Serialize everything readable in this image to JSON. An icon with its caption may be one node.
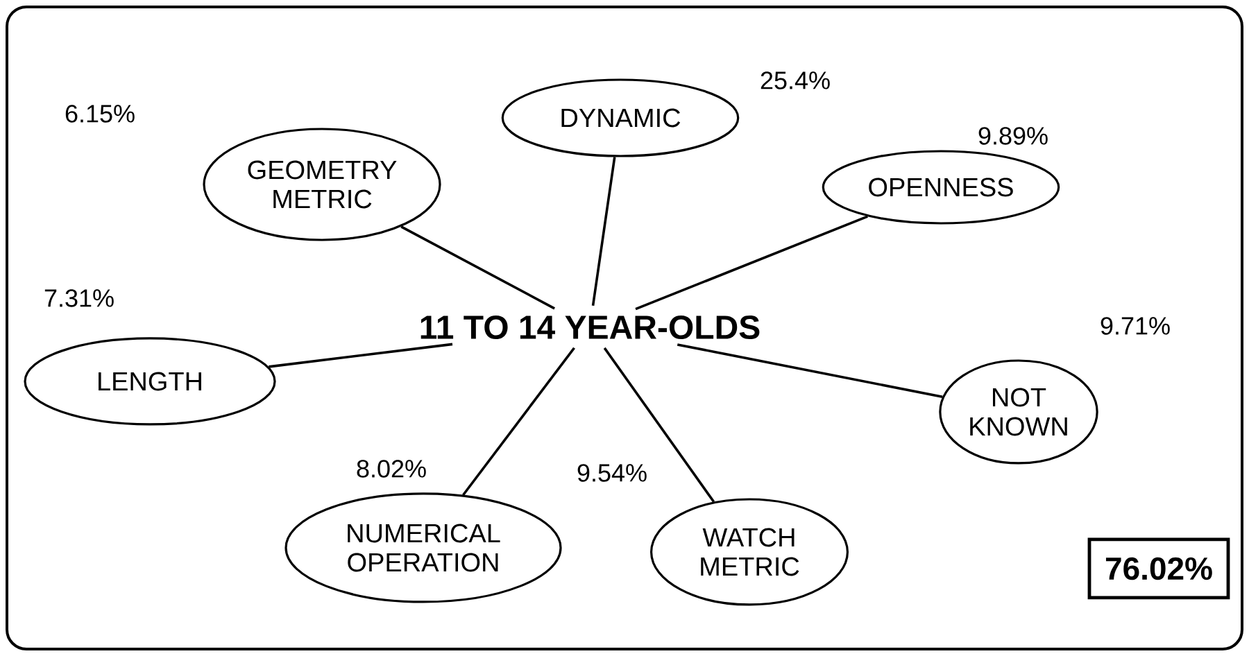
{
  "diagram": {
    "nodes": [
      {
        "text": [
          "11 TO 14 YEAR-OLDS"
        ]
      },
      {
        "text": [
          "DYNAMIC"
        ],
        "beside": [
          "25.4%"
        ]
      },
      {
        "text": [
          "GEOMETRY METRIC"
        ],
        "beside": [
          "6.15%"
        ]
      },
      {
        "text": [
          "OPENNESS"
        ],
        "beside": [
          "9.89%"
        ]
      },
      {
        "text": [
          "LENGTH"
        ],
        "beside": [
          "7.31%"
        ]
      },
      {
        "text": [
          "NOT KNOWN"
        ],
        "beside": [
          "9.71%"
        ]
      },
      {
        "text": [
          "NUMERICAL OPERATION"
        ],
        "beside": [
          "8.02%"
        ]
      },
      {
        "text": [
          "WATCH METRIC"
        ],
        "beside": [
          "9.54%"
        ]
      },
      {
        "text": [
          "76.02%"
        ]
      }
    ],
    "edges": [
      {
        "from": 0,
        "to": 1,
        "arrow": "none"
      },
      {
        "from": 0,
        "to": 2,
        "arrow": "none"
      },
      {
        "from": 0,
        "to": 3,
        "arrow": "none"
      },
      {
        "from": 0,
        "to": 4,
        "arrow": "none"
      },
      {
        "from": 0,
        "to": 5,
        "arrow": "none"
      },
      {
        "from": 0,
        "to": 6,
        "arrow": "none"
      },
      {
        "from": 0,
        "to": 7,
        "arrow": "none"
      }
    ]
  }
}
